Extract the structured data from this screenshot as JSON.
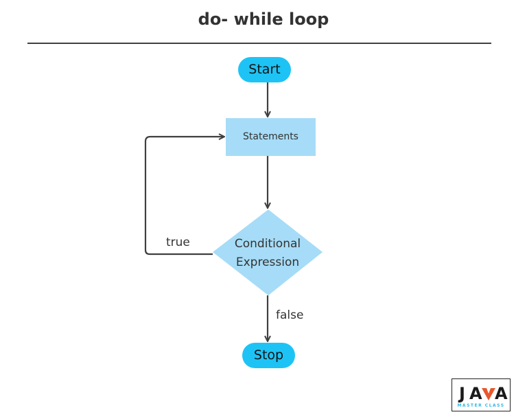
{
  "title": "do- while loop",
  "nodes": {
    "start": "Start",
    "statements": "Statements",
    "condition_line1": "Conditional",
    "condition_line2": "Expression",
    "stop": "Stop"
  },
  "edges": {
    "true_label": "true",
    "false_label": "false"
  },
  "logo": {
    "text_main": "JAVA",
    "text_sub": "MASTER CLASS"
  },
  "colors": {
    "terminal_fill": "#1ec3f5",
    "process_fill": "#a6dcf7",
    "decision_fill": "#a6dcf7",
    "arrow": "#3f3f3f",
    "logo_accent": "#e8582c",
    "logo_sub": "#33b7e6"
  }
}
